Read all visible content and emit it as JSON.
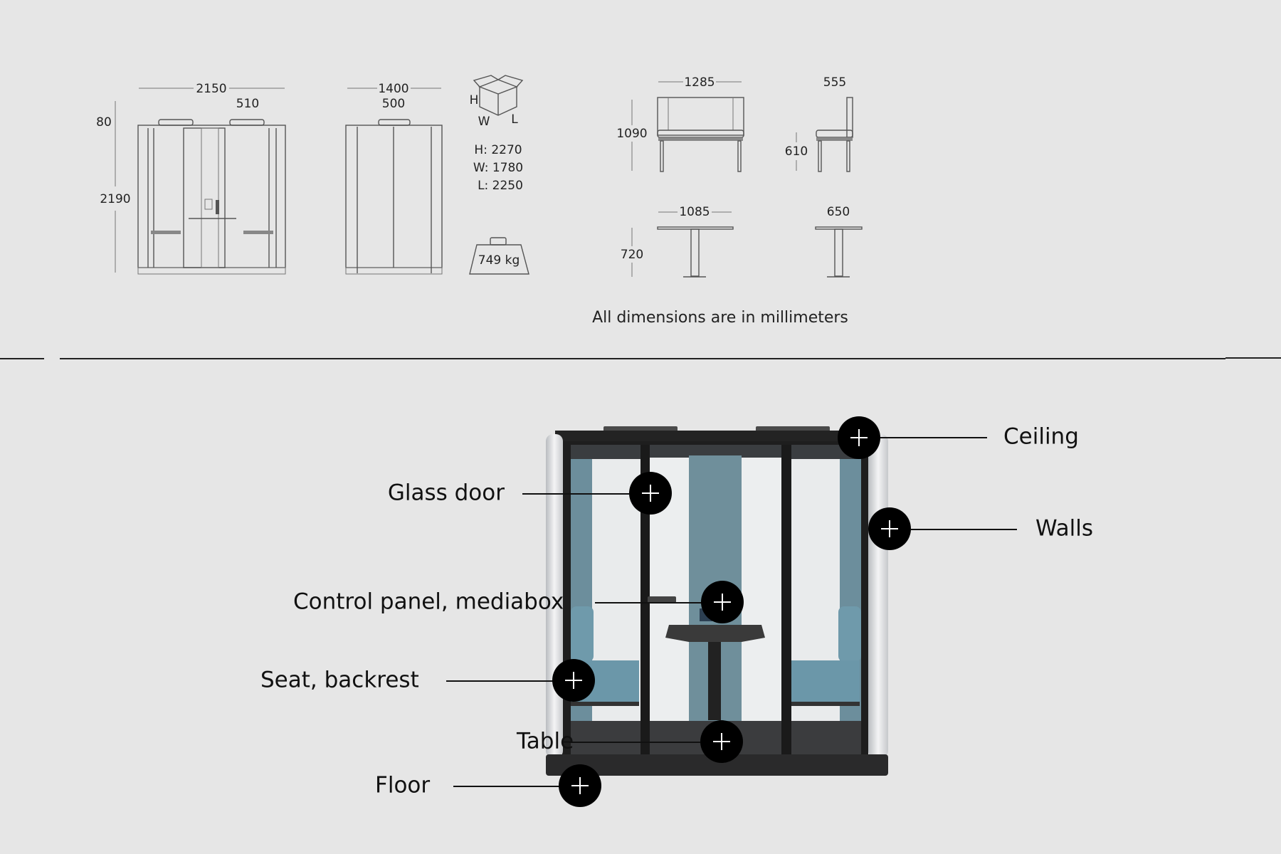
{
  "dimensions": {
    "front": {
      "width": "2150",
      "door": "510",
      "top": "80",
      "height": "2190"
    },
    "side": {
      "depth": "1400",
      "door": "500"
    },
    "package": {
      "h_letter": "H",
      "w_letter": "W",
      "l_letter": "L",
      "h": "H: 2270",
      "w": "W: 1780",
      "l": "L: 2250"
    },
    "weight": "749 kg",
    "bench": {
      "width": "1285",
      "height": "1090"
    },
    "chair": {
      "depth": "555",
      "seat_height": "610"
    },
    "table_front": {
      "width": "1085",
      "height": "720"
    },
    "table_side": {
      "depth": "650"
    },
    "note": "All dimensions are in millimeters"
  },
  "hotspots": {
    "ceiling": "Ceiling",
    "glass_door": "Glass door",
    "walls": "Walls",
    "control_panel": "Control panel, mediabox",
    "seat": "Seat, backrest",
    "table": "Table",
    "floor": "Floor"
  },
  "colors": {
    "background": "#e6e6e6",
    "upholstery": "#6f97a8",
    "frame": "#1e1e1e",
    "hotspot": "#000000"
  }
}
